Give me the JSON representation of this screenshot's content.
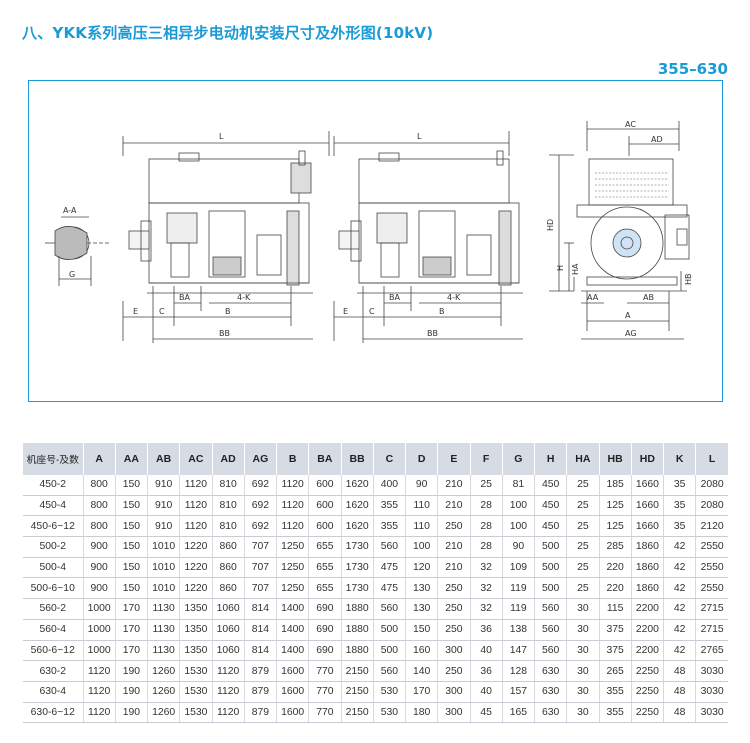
{
  "title": "八、YKK系列高压三相异步电动机安装尺寸及外形图(10kV)",
  "frame_range": "355–630",
  "drawing_labels": {
    "section": "A-A",
    "G": "G",
    "L": "L",
    "AC": "AC",
    "AD": "AD",
    "HD": "HD",
    "H": "H",
    "HA": "HA",
    "HB": "HB",
    "AA": "AA",
    "AB": "AB",
    "A": "A",
    "AG": "AG",
    "BA": "BA",
    "K": "4-K",
    "E": "E",
    "C": "C",
    "B": "B",
    "BB": "BB"
  },
  "table": {
    "headers": [
      "机座号-及数",
      "A",
      "AA",
      "AB",
      "AC",
      "AD",
      "AG",
      "B",
      "BA",
      "BB",
      "C",
      "D",
      "E",
      "F",
      "G",
      "H",
      "HA",
      "HB",
      "HD",
      "K",
      "L"
    ],
    "rows": [
      [
        "450-2",
        "800",
        "150",
        "910",
        "1120",
        "810",
        "692",
        "1120",
        "600",
        "1620",
        "400",
        "90",
        "210",
        "25",
        "81",
        "450",
        "25",
        "185",
        "1660",
        "35",
        "2080"
      ],
      [
        "450-4",
        "800",
        "150",
        "910",
        "1120",
        "810",
        "692",
        "1120",
        "600",
        "1620",
        "355",
        "110",
        "210",
        "28",
        "100",
        "450",
        "25",
        "125",
        "1660",
        "35",
        "2080"
      ],
      [
        "450-6~12",
        "800",
        "150",
        "910",
        "1120",
        "810",
        "692",
        "1120",
        "600",
        "1620",
        "355",
        "110",
        "250",
        "28",
        "100",
        "450",
        "25",
        "125",
        "1660",
        "35",
        "2120"
      ],
      [
        "500-2",
        "900",
        "150",
        "1010",
        "1220",
        "860",
        "707",
        "1250",
        "655",
        "1730",
        "560",
        "100",
        "210",
        "28",
        "90",
        "500",
        "25",
        "285",
        "1860",
        "42",
        "2550"
      ],
      [
        "500-4",
        "900",
        "150",
        "1010",
        "1220",
        "860",
        "707",
        "1250",
        "655",
        "1730",
        "475",
        "120",
        "210",
        "32",
        "109",
        "500",
        "25",
        "220",
        "1860",
        "42",
        "2550"
      ],
      [
        "500-6~10",
        "900",
        "150",
        "1010",
        "1220",
        "860",
        "707",
        "1250",
        "655",
        "1730",
        "475",
        "130",
        "250",
        "32",
        "119",
        "500",
        "25",
        "220",
        "1860",
        "42",
        "2550"
      ],
      [
        "560-2",
        "1000",
        "170",
        "1130",
        "1350",
        "1060",
        "814",
        "1400",
        "690",
        "1880",
        "560",
        "130",
        "250",
        "32",
        "119",
        "560",
        "30",
        "115",
        "2200",
        "42",
        "2715"
      ],
      [
        "560-4",
        "1000",
        "170",
        "1130",
        "1350",
        "1060",
        "814",
        "1400",
        "690",
        "1880",
        "500",
        "150",
        "250",
        "36",
        "138",
        "560",
        "30",
        "375",
        "2200",
        "42",
        "2715"
      ],
      [
        "560-6~12",
        "1000",
        "170",
        "1130",
        "1350",
        "1060",
        "814",
        "1400",
        "690",
        "1880",
        "500",
        "160",
        "300",
        "40",
        "147",
        "560",
        "30",
        "375",
        "2200",
        "42",
        "2765"
      ],
      [
        "630-2",
        "1120",
        "190",
        "1260",
        "1530",
        "1120",
        "879",
        "1600",
        "770",
        "2150",
        "560",
        "140",
        "250",
        "36",
        "128",
        "630",
        "30",
        "265",
        "2250",
        "48",
        "3030"
      ],
      [
        "630-4",
        "1120",
        "190",
        "1260",
        "1530",
        "1120",
        "879",
        "1600",
        "770",
        "2150",
        "530",
        "170",
        "300",
        "40",
        "157",
        "630",
        "30",
        "355",
        "2250",
        "48",
        "3030"
      ],
      [
        "630-6~12",
        "1120",
        "190",
        "1260",
        "1530",
        "1120",
        "879",
        "1600",
        "770",
        "2150",
        "530",
        "180",
        "300",
        "45",
        "165",
        "630",
        "30",
        "355",
        "2250",
        "48",
        "3030"
      ]
    ]
  }
}
